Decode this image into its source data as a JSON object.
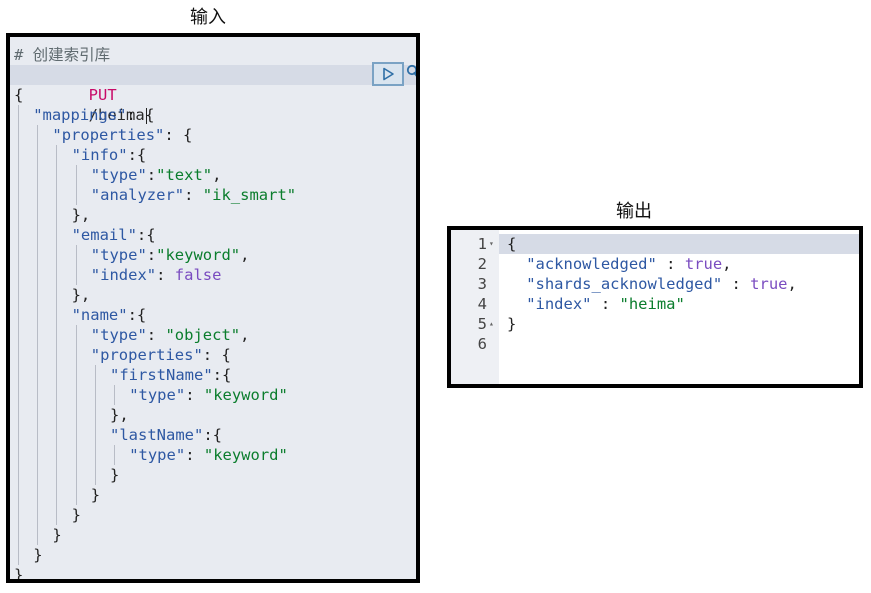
{
  "input_caption": "输入",
  "output_caption": "输出",
  "input": {
    "comment": "# 创建索引库",
    "method": "PUT",
    "path": "/heima",
    "body": [
      [
        {
          "t": "{",
          "c": "punc"
        }
      ],
      [
        {
          "t": "\"mappings\"",
          "c": "key"
        },
        {
          "t": ": {",
          "c": "punc"
        }
      ],
      [
        {
          "t": "\"properties\"",
          "c": "key"
        },
        {
          "t": ": {",
          "c": "punc"
        }
      ],
      [
        {
          "t": "\"info\"",
          "c": "key"
        },
        {
          "t": ":{",
          "c": "punc"
        }
      ],
      [
        {
          "t": "\"type\"",
          "c": "key"
        },
        {
          "t": ":",
          "c": "punc"
        },
        {
          "t": "\"text\"",
          "c": "str"
        },
        {
          "t": ",",
          "c": "punc"
        }
      ],
      [
        {
          "t": "\"analyzer\"",
          "c": "key"
        },
        {
          "t": ": ",
          "c": "punc"
        },
        {
          "t": "\"ik_smart\"",
          "c": "str"
        }
      ],
      [
        {
          "t": "},",
          "c": "punc"
        }
      ],
      [
        {
          "t": "\"email\"",
          "c": "key"
        },
        {
          "t": ":{",
          "c": "punc"
        }
      ],
      [
        {
          "t": "\"type\"",
          "c": "key"
        },
        {
          "t": ":",
          "c": "punc"
        },
        {
          "t": "\"keyword\"",
          "c": "str"
        },
        {
          "t": ",",
          "c": "punc"
        }
      ],
      [
        {
          "t": "\"index\"",
          "c": "key"
        },
        {
          "t": ": ",
          "c": "punc"
        },
        {
          "t": "false",
          "c": "bool"
        }
      ],
      [
        {
          "t": "},",
          "c": "punc"
        }
      ],
      [
        {
          "t": "\"name\"",
          "c": "key"
        },
        {
          "t": ":{",
          "c": "punc"
        }
      ],
      [
        {
          "t": "\"type\"",
          "c": "key"
        },
        {
          "t": ": ",
          "c": "punc"
        },
        {
          "t": "\"object\"",
          "c": "str"
        },
        {
          "t": ",",
          "c": "punc"
        }
      ],
      [
        {
          "t": "\"properties\"",
          "c": "key"
        },
        {
          "t": ": {",
          "c": "punc"
        }
      ],
      [
        {
          "t": "\"firstName\"",
          "c": "key"
        },
        {
          "t": ":{",
          "c": "punc"
        }
      ],
      [
        {
          "t": "\"type\"",
          "c": "key"
        },
        {
          "t": ": ",
          "c": "punc"
        },
        {
          "t": "\"keyword\"",
          "c": "str"
        }
      ],
      [
        {
          "t": "},",
          "c": "punc"
        }
      ],
      [
        {
          "t": "\"lastName\"",
          "c": "key"
        },
        {
          "t": ":{",
          "c": "punc"
        }
      ],
      [
        {
          "t": "\"type\"",
          "c": "key"
        },
        {
          "t": ": ",
          "c": "punc"
        },
        {
          "t": "\"keyword\"",
          "c": "str"
        }
      ],
      [
        {
          "t": "}",
          "c": "punc"
        }
      ],
      [
        {
          "t": "}",
          "c": "punc"
        }
      ],
      [
        {
          "t": "}",
          "c": "punc"
        }
      ],
      [
        {
          "t": "}",
          "c": "punc"
        }
      ],
      [
        {
          "t": "}",
          "c": "punc"
        }
      ],
      [
        {
          "t": "}",
          "c": "punc"
        }
      ]
    ]
  },
  "output": {
    "line_numbers": [
      "1",
      "2",
      "3",
      "4",
      "5",
      "6"
    ],
    "lines": [
      [
        {
          "t": "{",
          "c": "punc"
        }
      ],
      [
        {
          "t": "\"acknowledged\"",
          "c": "key"
        },
        {
          "t": " : ",
          "c": "punc"
        },
        {
          "t": "true",
          "c": "bool"
        },
        {
          "t": ",",
          "c": "punc"
        }
      ],
      [
        {
          "t": "\"shards_acknowledged\"",
          "c": "key"
        },
        {
          "t": " : ",
          "c": "punc"
        },
        {
          "t": "true",
          "c": "bool"
        },
        {
          "t": ",",
          "c": "punc"
        }
      ],
      [
        {
          "t": "\"index\"",
          "c": "key"
        },
        {
          "t": " : ",
          "c": "punc"
        },
        {
          "t": "\"heima\"",
          "c": "str"
        }
      ],
      [
        {
          "t": "}",
          "c": "punc"
        }
      ],
      []
    ]
  },
  "colors": {
    "key": "#2e58a3",
    "str": "#0b7d2d",
    "bool": "#7a4cc0",
    "method": "#c80a68"
  },
  "icons": {
    "run": "play-icon",
    "wrench": "wrench-icon",
    "fold_open": "fold-down-icon",
    "fold_close": "fold-up-icon"
  }
}
